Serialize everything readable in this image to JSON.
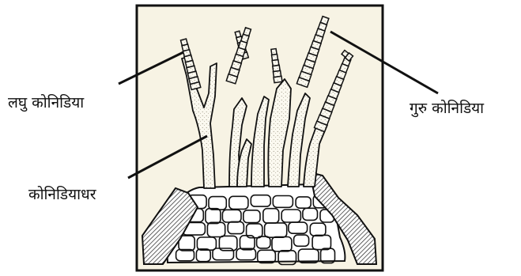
{
  "labels": {
    "minor_conidia": "लघु कोनिडिया",
    "major_conidia": "गुरु कोनिडिया",
    "conidiophore": "कोनिडियाधर"
  },
  "colors": {
    "frame_background": "#f7f3e4",
    "ink": "#111111",
    "stipple": "#cfc9b6"
  }
}
